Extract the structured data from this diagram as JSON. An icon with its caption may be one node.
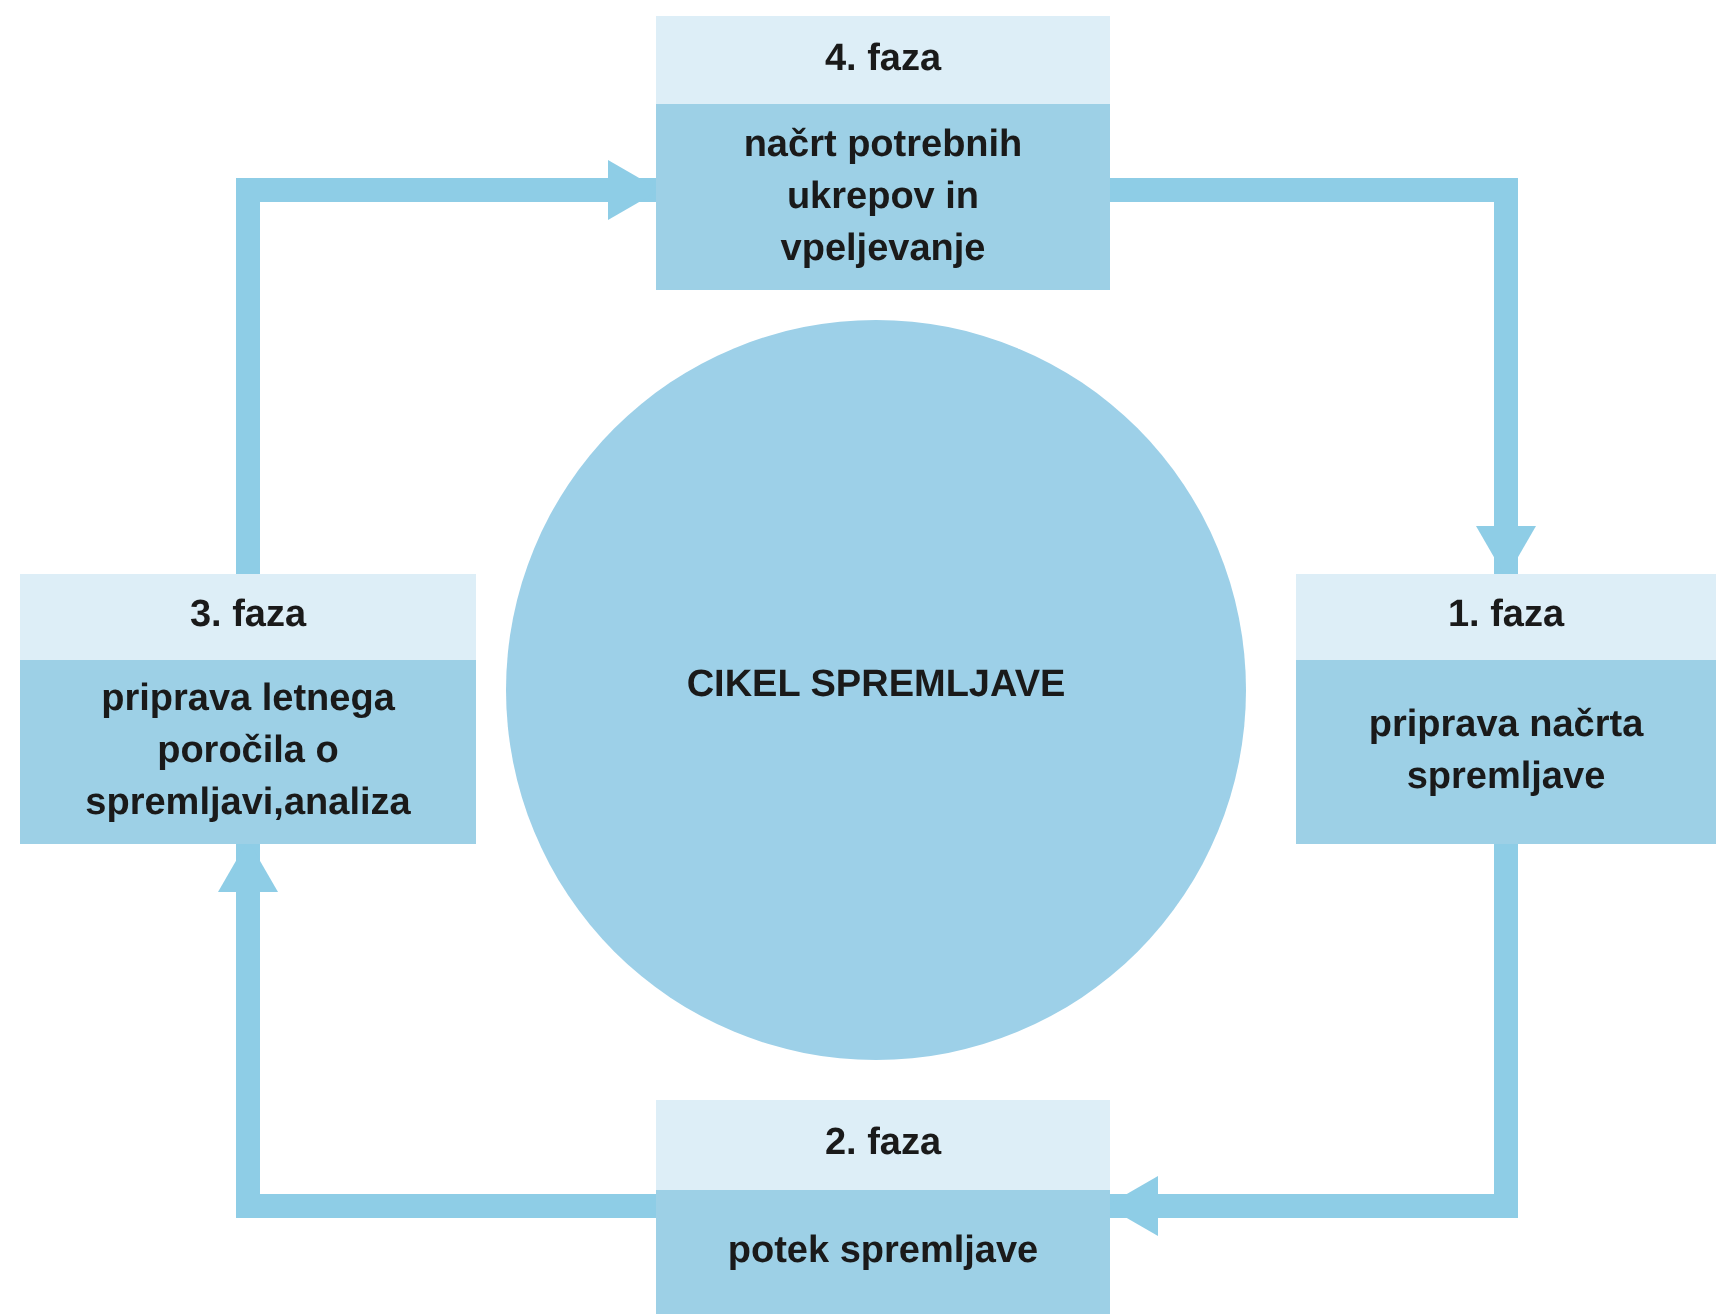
{
  "diagram": {
    "nodes": [
      {
        "text": [
          "CIKEL SPREMLJAVE"
        ]
      },
      {
        "text": [
          "4. faza",
          "načrt potrebnih ukrepov in vpeljevanje"
        ]
      },
      {
        "text": [
          "3. faza",
          "priprava letnega poročila o spremljavi,analiza"
        ]
      },
      {
        "text": [
          "1. faza",
          "priprava načrta spremljave"
        ]
      },
      {
        "text": [
          "2. faza",
          "potek spremljave"
        ]
      }
    ],
    "edges": [
      {
        "from": 1,
        "to": 3,
        "arrow": "to"
      },
      {
        "from": 3,
        "to": 4,
        "arrow": "to"
      },
      {
        "from": 4,
        "to": 2,
        "arrow": "to"
      },
      {
        "from": 2,
        "to": 1,
        "arrow": "to"
      }
    ]
  }
}
